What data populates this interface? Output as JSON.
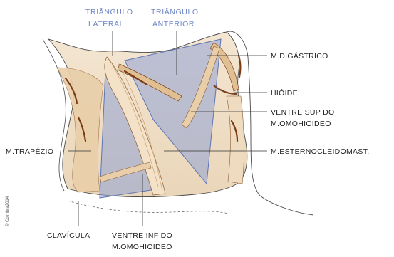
{
  "labels": {
    "lateral_line1": "TRIÂNGULO",
    "lateral_line2": "LATERAL",
    "anterior_line1": "TRIÂNGULO",
    "anterior_line2": "ANTERIOR",
    "digastrico": "M.DIGÁSTRICO",
    "hioide": "HIÓIDE",
    "ventre_sup_line1": "VENTRE SUP DO",
    "ventre_sup_line2": "M.OMOHIOIDEO",
    "trapezio": "M.TRAPÉZIO",
    "esterno": "M.ESTERNOCLEIDOMAST.",
    "clavicula": "CLAVÍCULA",
    "ventre_inf_line1": "VENTRE INF DO",
    "ventre_inf_line2": "M.OMOHIOIDEO",
    "credit": "© Coimbra2014"
  },
  "colors": {
    "skin": "#eedcc4",
    "muscle": "#e6c9a3",
    "muscle_dark": "#8a4a22",
    "triangle_fill": "#8fa3d6",
    "triangle_stroke": "#5d74b6",
    "outline": "#4a4a4a",
    "leader": "#333333",
    "blue_text": "#6d86c4"
  }
}
